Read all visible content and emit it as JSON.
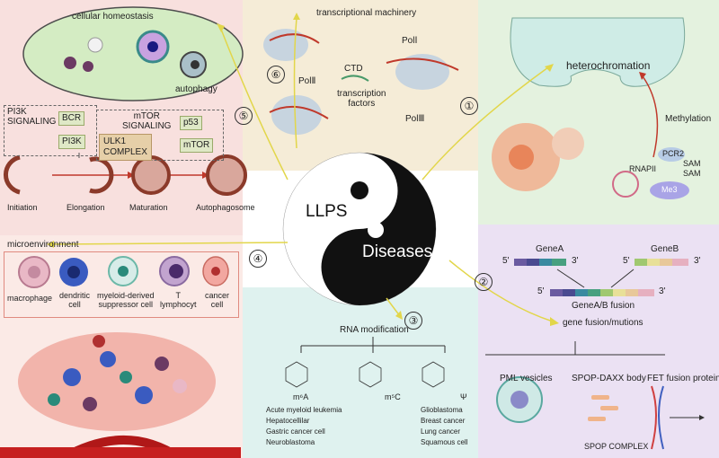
{
  "center": {
    "llps": "LLPS",
    "diseases": "Diseases"
  },
  "nums": [
    "①",
    "②",
    "③",
    "④",
    "⑤",
    "⑥"
  ],
  "top_left": {
    "homeostasis": "cellular homeostasis",
    "autophagy": "autophagy",
    "pi3k_title": "PI3K\nSIGNALING",
    "bcr": "BCR",
    "pi3k": "PI3K",
    "mtor_title": "mTOR\nSIGNALING",
    "p53": "p53",
    "ulk1": "ULK1\nCOMPLEX",
    "mtor": "mTOR",
    "stages": [
      "Initiation",
      "Elongation",
      "Maturation",
      "Autophagosome"
    ]
  },
  "top_mid": {
    "title": "transcriptional machinery",
    "pol1": "PolⅠ",
    "pol2": "PolⅡ",
    "pol3": "PolⅢ",
    "ctd": "CTD",
    "tf": "transcription\nfactors"
  },
  "top_right": {
    "heterochromation": "heterochromation",
    "methylation": "Methylation",
    "pcr2": "PCR2",
    "sam1": "SAM",
    "sam2": "SAM",
    "rnapii": "RNAPII",
    "me3": "Me3"
  },
  "mid_left": {
    "title": "microenvironment",
    "cells": [
      "macrophage",
      "dendritic\ncell",
      "myeloid-derived\nsuppressor cell",
      "T\nlymphocyt",
      "cancer\ncell"
    ]
  },
  "bottom_mid": {
    "title": "RNA modification",
    "m6a": "m⁶A",
    "m5c": "m⁵C",
    "psi": "Ψ",
    "left_list": [
      "Acute myeloid leukemia",
      "Hepatocellilar",
      "Gastric cancer cell",
      "Neuroblastoma"
    ],
    "right_list": [
      "Glioblastoma",
      "Breast cancer",
      "Lung cancer",
      "Squamous cell"
    ]
  },
  "right": {
    "genea": "GeneA",
    "geneb": "GeneB",
    "five1": "5'",
    "three1": "3'",
    "five2": "5'",
    "three2": "3'",
    "five3": "5'",
    "three3": "3'",
    "fusion_label": "GeneA/B  fusion",
    "gene_fusion": "gene fusion/mutions",
    "pml": "PML vesicles",
    "spop": "SPOP-DAXX body",
    "fet": "FET fusion proteins",
    "spop_complex": "SPOP COMPLEX"
  },
  "colors": {
    "tl_bg": "#f7dede",
    "tm_bg": "#f6eedb",
    "tr_bg": "#e5f3e0",
    "ml_bg": "#f9e8e4",
    "bl_bg": "#fbecec",
    "bm_bg": "#dff3f1",
    "br_bg": "#ece3f4",
    "arrow": "#e2d64a"
  }
}
